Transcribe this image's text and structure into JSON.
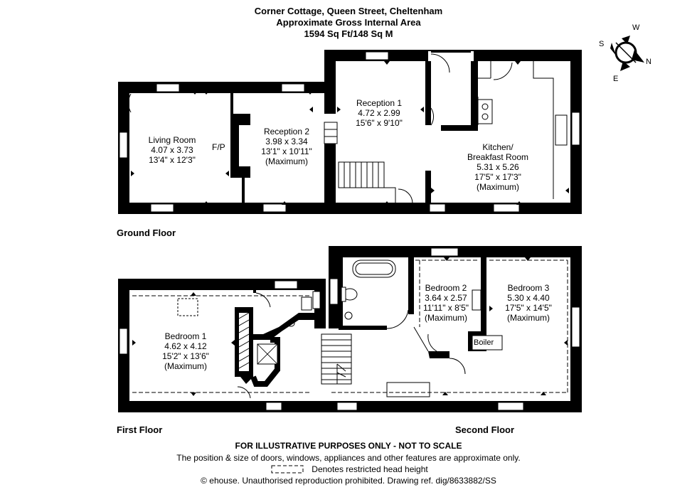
{
  "header": {
    "address": "Corner Cottage, Queen Street, Cheltenham",
    "area_title": "Approximate Gross Internal Area",
    "area_value": "1594 Sq Ft/148 Sq M"
  },
  "compass": {
    "n": "N",
    "s": "S",
    "e": "E",
    "w": "W"
  },
  "floors": {
    "ground": "Ground Floor",
    "first": "First Floor",
    "second": "Second Floor"
  },
  "rooms": {
    "living_room": {
      "name": "Living Room",
      "metric": "4.07 x 3.73",
      "imperial": "13'4\" x 12'3\""
    },
    "fireplace": "F/P",
    "reception2": {
      "name": "Reception 2",
      "metric": "3.98 x 3.34",
      "imperial": "13'1\" x 10'11\"",
      "note": "(Maximum)"
    },
    "reception1": {
      "name": "Reception 1",
      "metric": "4.72 x 2.99",
      "imperial": "15'6\" x 9'10\""
    },
    "kitchen": {
      "name1": "Kitchen/",
      "name2": "Breakfast Room",
      "metric": "5.31 x 5.26",
      "imperial": "17'5\" x 17'3\"",
      "note": "(Maximum)"
    },
    "bedroom1": {
      "name": "Bedroom 1",
      "metric": "4.62 x 4.12",
      "imperial": "15'2\" x 13'6\"",
      "note": "(Maximum)"
    },
    "bedroom2": {
      "name": "Bedroom 2",
      "metric": "3.64 x 2.57",
      "imperial": "11'11\" x 8'5\"",
      "note": "(Maximum)"
    },
    "bedroom3": {
      "name": "Bedroom 3",
      "metric": "5.30 x 4.40",
      "imperial": "17'5\" x 14'5\"",
      "note": "(Maximum)"
    },
    "boiler": "Boiler"
  },
  "footer": {
    "disclaimer": "FOR ILLUSTRATIVE PURPOSES ONLY - NOT TO SCALE",
    "note": "The position & size of doors, windows, appliances and other features are approximate only.",
    "legend": "Denotes restricted head height",
    "copyright": "© ehouse. Unauthorised reproduction prohibited. Drawing ref. dig/8633882/SS"
  }
}
